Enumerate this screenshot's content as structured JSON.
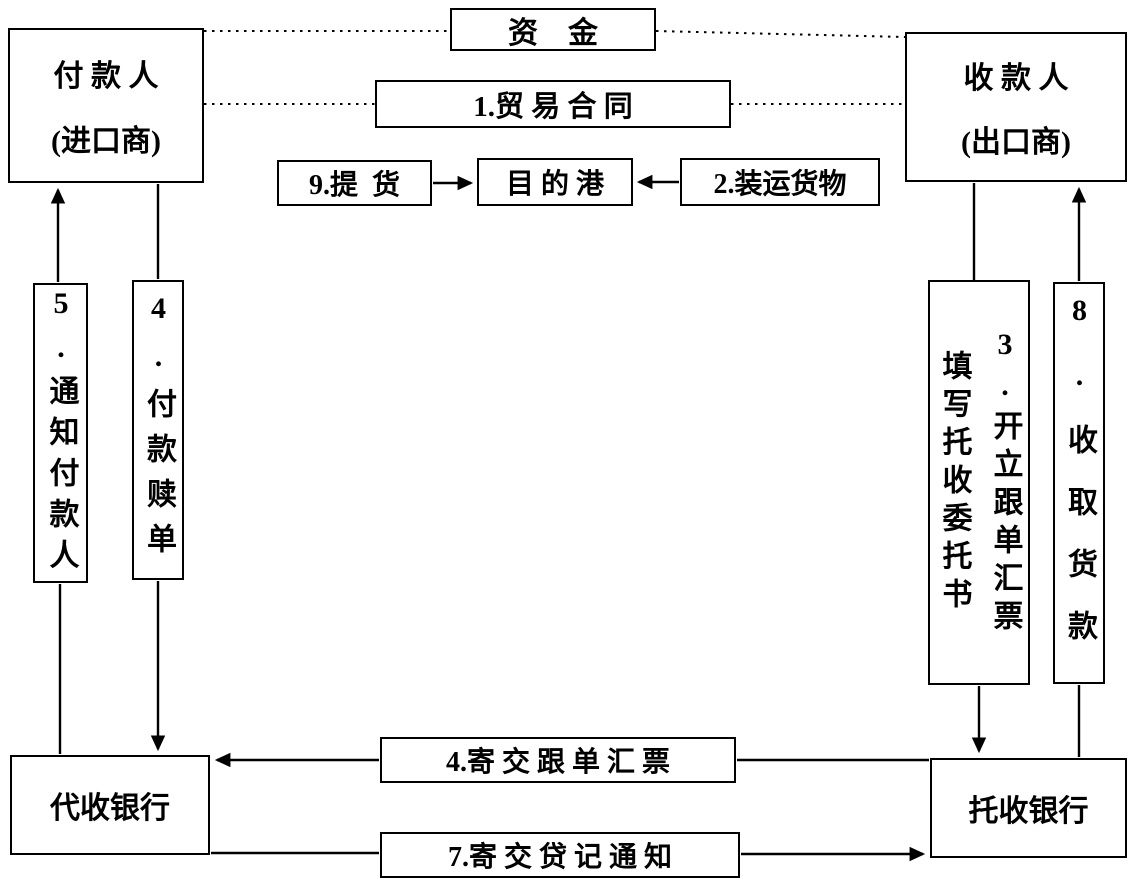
{
  "nodes": {
    "payer": {
      "name": "付 款 人",
      "subtitle": "(进口商)"
    },
    "payee": {
      "name": "收 款 人",
      "subtitle": "(出口商)"
    },
    "funds": {
      "label": "资    金"
    },
    "contract": {
      "label": "1.贸 易 合 同"
    },
    "pickup": {
      "label": "9.提  货"
    },
    "port": {
      "label": "目 的 港"
    },
    "ship": {
      "label": "2.装运货物"
    },
    "step5": {
      "label": "5.通知付款人"
    },
    "step4_left": {
      "label": "4.付款赎单"
    },
    "step3": {
      "line1": "3.开立跟单汇票",
      "line2": "填写托收委托书"
    },
    "step8": {
      "label": "8.收取货款"
    },
    "collecting_bank": {
      "label": "代收银行"
    },
    "remitting_bank": {
      "label": "托收银行"
    },
    "step4_bottom": {
      "label": "4.寄 交 跟 单 汇 票"
    },
    "step7": {
      "label": "7.寄 交 贷 记 通 知"
    }
  },
  "edges": [
    {
      "from": "付款人",
      "to": "资金",
      "style": "dashed",
      "arrow": "none"
    },
    {
      "from": "资金",
      "to": "收款人",
      "style": "dashed",
      "arrow": "none"
    },
    {
      "from": "付款人",
      "to": "1.贸易合同",
      "style": "dashed",
      "arrow": "none"
    },
    {
      "from": "1.贸易合同",
      "to": "收款人",
      "style": "dashed",
      "arrow": "none"
    },
    {
      "from": "9.提货",
      "to": "目的港",
      "style": "solid",
      "arrow": "forward"
    },
    {
      "from": "2.装运货物",
      "to": "目的港",
      "style": "solid",
      "arrow": "forward"
    },
    {
      "from": "收款人",
      "to": "托收银行",
      "via": "3.开立跟单汇票 填写托收委托书",
      "style": "solid",
      "arrow": "forward"
    },
    {
      "from": "托收银行",
      "to": "收款人",
      "via": "8.收取货款",
      "style": "solid",
      "arrow": "forward"
    },
    {
      "from": "代收银行",
      "to": "付款人",
      "via": "5.通知付款人",
      "style": "solid",
      "arrow": "forward"
    },
    {
      "from": "付款人",
      "to": "代收银行",
      "via": "4.付款赎单",
      "style": "solid",
      "arrow": "forward"
    },
    {
      "from": "托收银行",
      "to": "代收银行",
      "via": "4.寄交跟单汇票",
      "style": "solid",
      "arrow": "forward"
    },
    {
      "from": "代收银行",
      "to": "托收银行",
      "via": "7.寄交贷记通知",
      "style": "solid",
      "arrow": "forward"
    }
  ],
  "colors": {
    "line": "#000000",
    "background": "#ffffff"
  }
}
